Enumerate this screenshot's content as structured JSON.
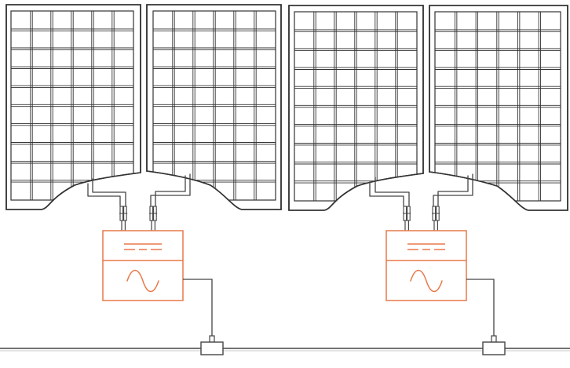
{
  "diagram": {
    "colors": {
      "panel_stroke": "#333333",
      "inverter_stroke": "#e8794a",
      "wire_stroke": "#444444",
      "background": "#ffffff"
    },
    "panels": [
      {
        "id": "panel-1",
        "cell_columns": 6,
        "cell_rows": 10,
        "leads": "bottom-right"
      },
      {
        "id": "panel-2",
        "cell_columns": 6,
        "cell_rows": 10,
        "leads": "bottom-left"
      },
      {
        "id": "panel-3",
        "cell_columns": 6,
        "cell_rows": 10,
        "leads": "bottom-right"
      },
      {
        "id": "panel-4",
        "cell_columns": 6,
        "cell_rows": 10,
        "leads": "bottom-left"
      }
    ],
    "microinverters": [
      {
        "id": "microinverter-1",
        "dc_symbol": "dc-symbol",
        "ac_symbol": "sine-wave"
      },
      {
        "id": "microinverter-2",
        "dc_symbol": "dc-symbol",
        "ac_symbol": "sine-wave"
      }
    ],
    "trunk_cable": {
      "type": "ac-trunk-bus"
    },
    "junction_boxes": 2
  }
}
